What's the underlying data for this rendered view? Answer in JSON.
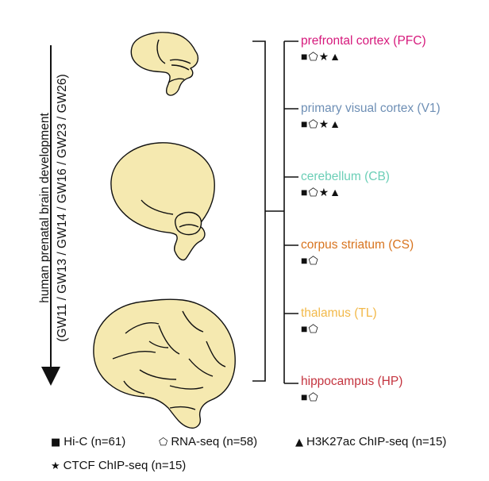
{
  "diagram": {
    "axis_text": {
      "line1": "human prenatal brain development",
      "line2": "(GW11 / GW13 / GW14 / GW16 / GW23 / GW26)"
    },
    "regions": [
      {
        "name": "prefrontal cortex (PFC)",
        "color": "#d6197c",
        "marks": "■⬠★▲"
      },
      {
        "name": "primary visual cortex (V1)",
        "color": "#6e8fb5",
        "marks": "■⬠★▲"
      },
      {
        "name": "cerebellum (CB)",
        "color": "#6ccfb7",
        "marks": "■⬠★▲"
      },
      {
        "name": "corpus striatum (CS)",
        "color": "#d8741f",
        "marks": "■⬠"
      },
      {
        "name": "thalamus (TL)",
        "color": "#f2b94a",
        "marks": "■⬠"
      },
      {
        "name": "hippocampus (HP)",
        "color": "#c4343f",
        "marks": "■⬠"
      }
    ],
    "legend": {
      "hic": {
        "glyph": "■",
        "label": "Hi-C (n=61)"
      },
      "rnaseq": {
        "glyph": "⬠",
        "label": "RNA-seq (n=58)"
      },
      "h3k27ac": {
        "glyph": "▲",
        "label": "H3K27ac ChIP-seq (n=15)"
      },
      "ctcf": {
        "glyph": "★",
        "label": "CTCF ChIP-seq (n=15)"
      }
    },
    "colors": {
      "brain_fill": "#f5e9b0",
      "outline": "#111111"
    }
  }
}
